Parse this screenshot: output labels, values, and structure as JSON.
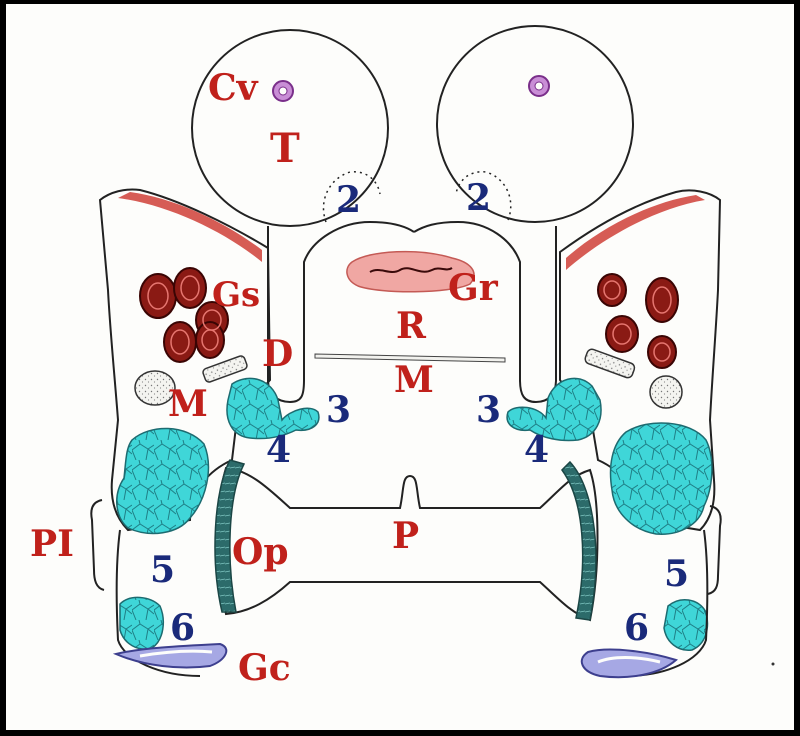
{
  "labels": {
    "cv": "Cv",
    "t": "T",
    "gs": "Gs",
    "gr": "Gr",
    "r": "R",
    "d": "D",
    "m_left": "M",
    "m_center": "M",
    "pi": "PI",
    "op": "Op",
    "p": "P",
    "gc": "Gc",
    "n2_left": "2",
    "n2_right": "2",
    "n3_left": "3",
    "n3_right": "3",
    "n4_left": "4",
    "n4_right": "4",
    "n5_left": "5",
    "n5_right": "5",
    "n6_left": "6",
    "n6_right": "6"
  },
  "colors": {
    "label_red": "#c0211b",
    "label_blue": "#1a2a7a",
    "cyan_tissue": "#3fd6d8",
    "dark_teal": "#2c6b6a",
    "muscle_red": "#8a1a14",
    "pink": "#e98a86",
    "vessel_purple": "#b05cc4",
    "gland_lavender": "#8d8fd8"
  }
}
